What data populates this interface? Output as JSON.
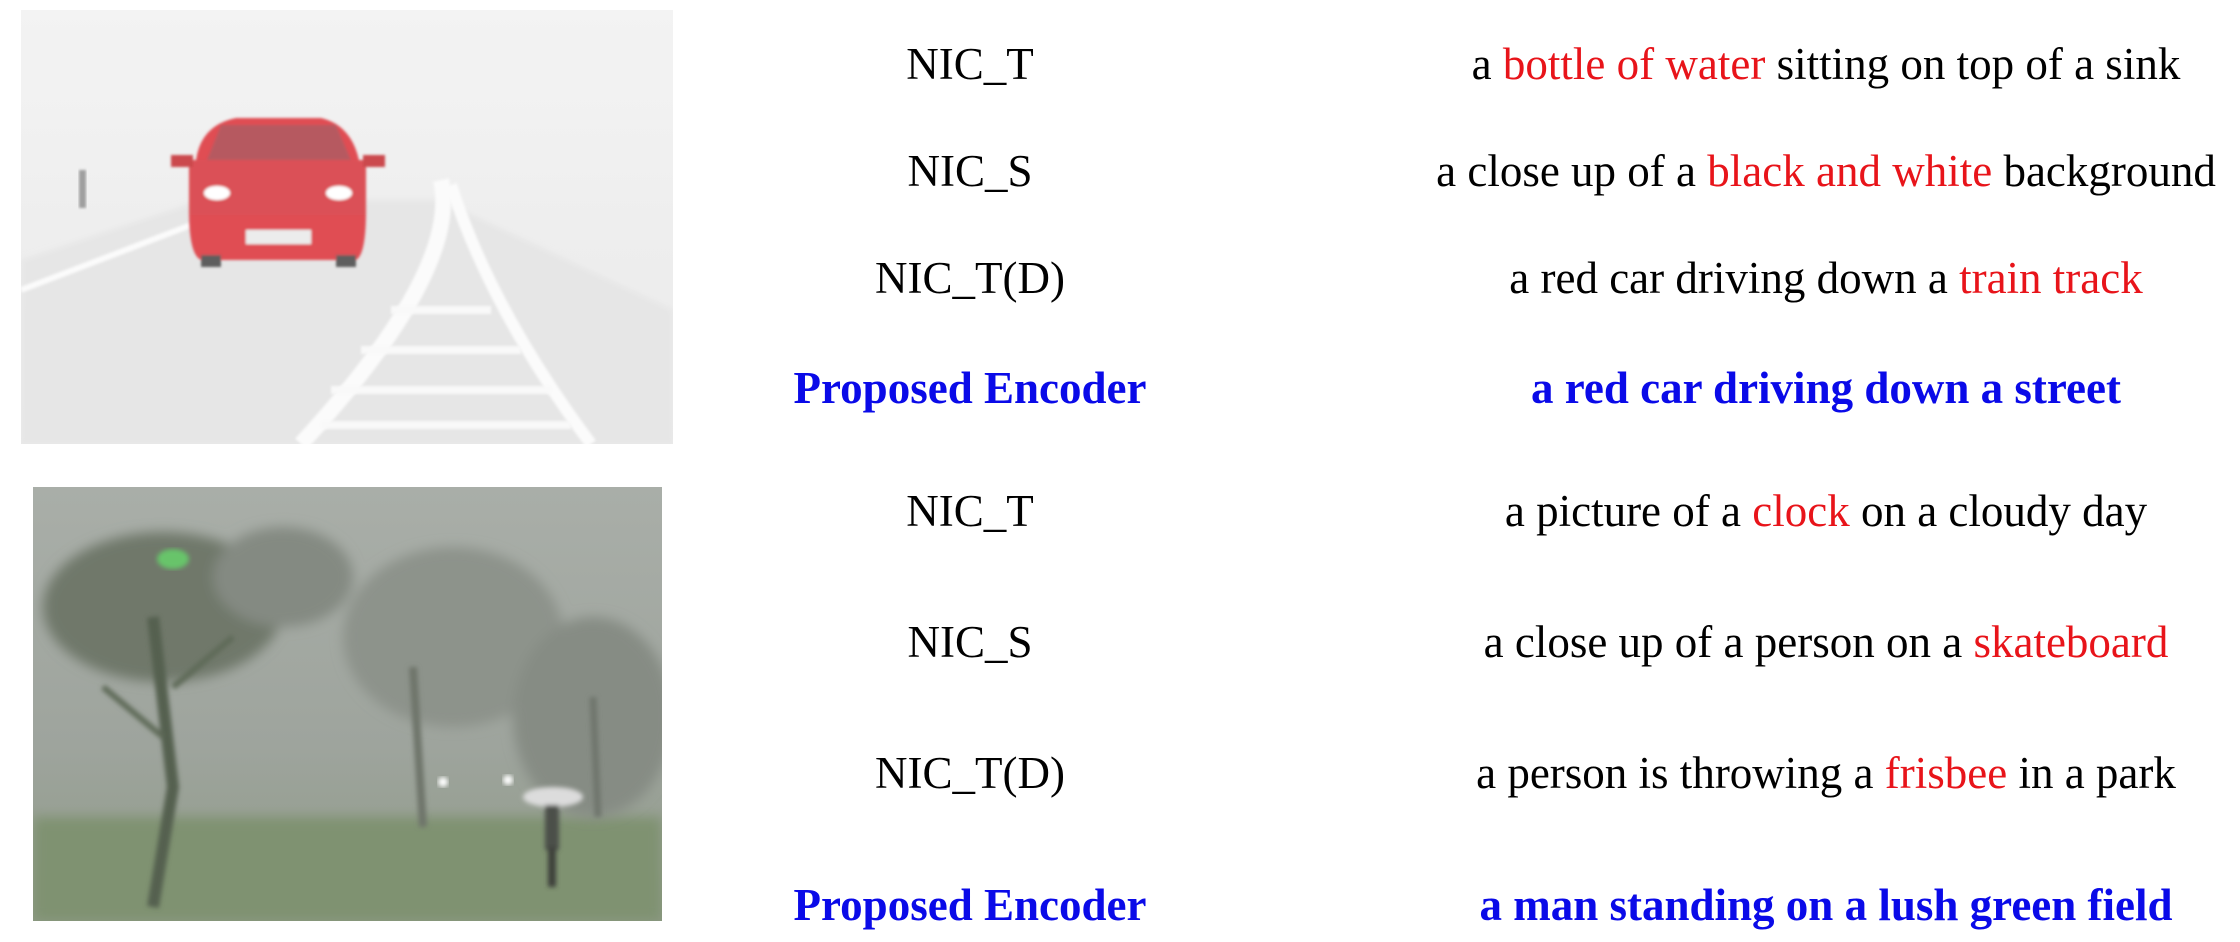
{
  "rows": [
    {
      "labels": [
        "NIC_T",
        "NIC_S",
        "NIC_T(D)",
        "Proposed Encoder"
      ],
      "captions": [
        {
          "pre": "a ",
          "err": "bottle of water",
          "post": " sitting on top of a sink"
        },
        {
          "pre": "a close up of a ",
          "err": "black and white",
          "post": " background"
        },
        {
          "pre": "a red car driving down a ",
          "err": "train track",
          "post": ""
        },
        {
          "pre": "a red car driving down a street",
          "err": "",
          "post": ""
        }
      ]
    },
    {
      "labels": [
        "NIC_T",
        "NIC_S",
        "NIC_T(D)",
        "Proposed Encoder"
      ],
      "captions": [
        {
          "pre": "a picture of a ",
          "err": "clock",
          "post": " on a cloudy day"
        },
        {
          "pre": "a close up of a person on a ",
          "err": "skateboard",
          "post": ""
        },
        {
          "pre": "a person is throwing a ",
          "err": "frisbee",
          "post": " in a park"
        },
        {
          "pre": "a man standing on a lush green field",
          "err": "",
          "post": ""
        }
      ]
    }
  ],
  "colors": {
    "proposed": "#0a0ae8",
    "error": "#e8141a"
  }
}
